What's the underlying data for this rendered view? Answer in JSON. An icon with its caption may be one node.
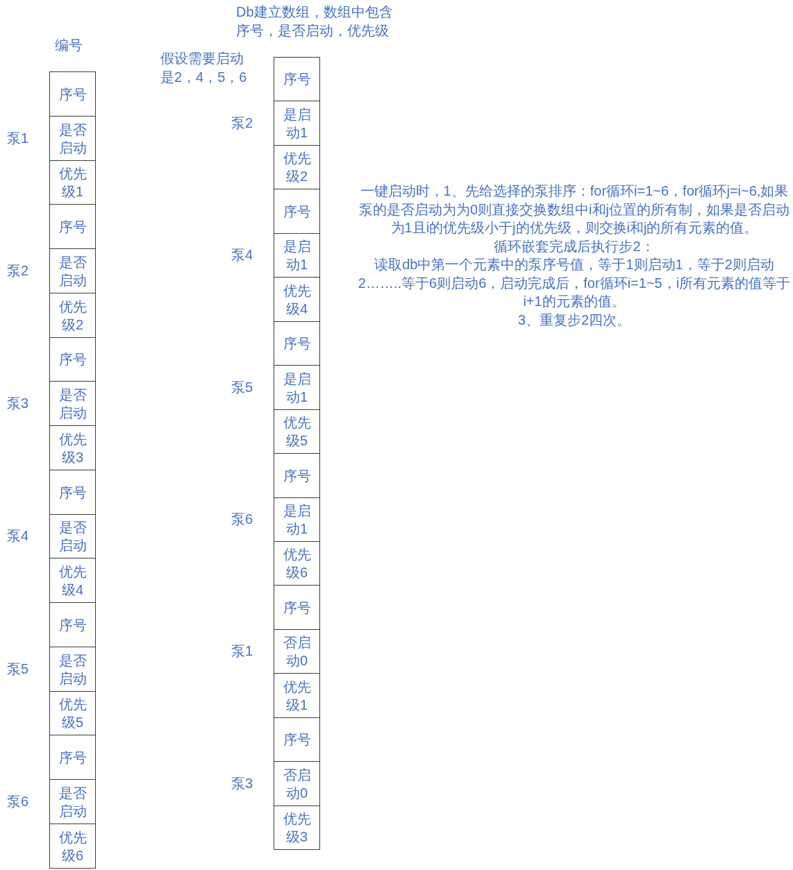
{
  "diagram": {
    "nodes": [
      {
        "text": [
          "序号"
        ]
      },
      {
        "text": [
          "是否启动"
        ],
        "beside": [
          "泵1"
        ]
      },
      {
        "text": [
          "优先级1"
        ]
      },
      {
        "text": [
          "序号"
        ]
      },
      {
        "text": [
          "是否启动"
        ],
        "beside": [
          "泵2"
        ]
      },
      {
        "text": [
          "优先级2"
        ]
      },
      {
        "text": [
          "序号"
        ]
      },
      {
        "text": [
          "是否启动"
        ],
        "beside": [
          "泵3"
        ]
      },
      {
        "text": [
          "优先级3"
        ]
      },
      {
        "text": [
          "序号"
        ]
      },
      {
        "text": [
          "是否启动"
        ],
        "beside": [
          "泵4"
        ]
      },
      {
        "text": [
          "优先级4"
        ]
      },
      {
        "text": [
          "序号"
        ]
      },
      {
        "text": [
          "是否启动"
        ],
        "beside": [
          "泵5"
        ]
      },
      {
        "text": [
          "优先级5"
        ]
      },
      {
        "text": [
          "序号"
        ]
      },
      {
        "text": [
          "是否启动"
        ],
        "beside": [
          "泵6"
        ]
      },
      {
        "text": [
          "优先级6"
        ]
      },
      {
        "text": [
          "序号"
        ]
      },
      {
        "text": [
          "是启动1"
        ],
        "beside": [
          "泵2"
        ]
      },
      {
        "text": [
          "优先级2"
        ]
      },
      {
        "text": [
          "序号"
        ]
      },
      {
        "text": [
          "是启动1"
        ],
        "beside": [
          "泵4"
        ]
      },
      {
        "text": [
          "优先级4"
        ]
      },
      {
        "text": [
          "序号"
        ]
      },
      {
        "text": [
          "是启动1"
        ],
        "beside": [
          "泵5"
        ]
      },
      {
        "text": [
          "优先级5"
        ]
      },
      {
        "text": [
          "序号"
        ]
      },
      {
        "text": [
          "是启动1"
        ],
        "beside": [
          "泵6"
        ]
      },
      {
        "text": [
          "优先级6"
        ]
      },
      {
        "text": [
          "序号"
        ]
      },
      {
        "text": [
          "否启动0"
        ],
        "beside": [
          "泵1"
        ]
      },
      {
        "text": [
          "优先级1"
        ]
      },
      {
        "text": [
          "序号"
        ]
      },
      {
        "text": [
          "否启动0"
        ],
        "beside": [
          "泵3"
        ]
      },
      {
        "text": [
          "优先级3"
        ]
      }
    ],
    "labels": [
      "Db建立数组，数组中包含序号，是否启动，优先级",
      "编号",
      "假设需要启动是2，4，5，6",
      "一键启动时，1、先给选择的泵排序：for循环i=1~6，for循环j=i~6,如果泵的是否启动为为0则直接交换数组中i和j位置的所有制，如果是否启动为1且i的优先级小于j的优先级，则交换i和j的所有元素的值。",
      "循环嵌套完成后执行步2：",
      "读取db中第一个元素中的泵序号值，等于1则启动1，等于2则启动2……..等于6则启动6，启动完成后，for循环i=1~5，i所有元素的值等于i+1的元素的值。",
      "3、重复步2四次。"
    ]
  }
}
